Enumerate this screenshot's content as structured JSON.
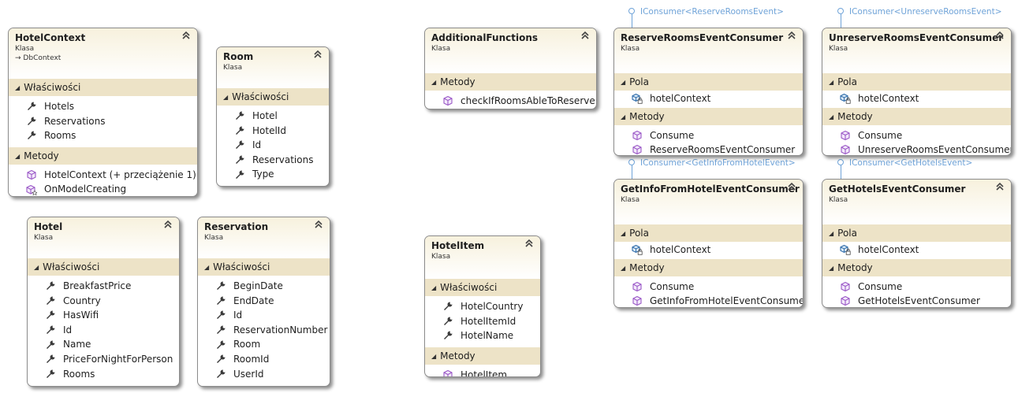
{
  "labels": {
    "klasa": "Klasa",
    "wlasciwosci": "Właściwości",
    "metody": "Metody",
    "pola": "Pola"
  },
  "classes": {
    "hotelcontext": {
      "name": "HotelContext",
      "base": "DbContext",
      "properties": [
        "Hotels",
        "Reservations",
        "Rooms"
      ],
      "methods": [
        "HotelContext (+ przeciążenie 1)",
        "OnModelCreating"
      ]
    },
    "room": {
      "name": "Room",
      "properties": [
        "Hotel",
        "HotelId",
        "Id",
        "Reservations",
        "Type"
      ]
    },
    "hotel": {
      "name": "Hotel",
      "properties": [
        "BreakfastPrice",
        "Country",
        "HasWifi",
        "Id",
        "Name",
        "PriceForNightForPerson",
        "Rooms"
      ]
    },
    "reservation": {
      "name": "Reservation",
      "properties": [
        "BeginDate",
        "EndDate",
        "Id",
        "ReservationNumber",
        "Room",
        "RoomId",
        "UserId"
      ]
    },
    "additional": {
      "name": "AdditionalFunctions",
      "methods": [
        "checkIfRoomsAbleToReserve"
      ]
    },
    "hotelitem": {
      "name": "HotelItem",
      "properties": [
        "HotelCountry",
        "HotelItemId",
        "HotelName"
      ],
      "methods": [
        "HotelItem"
      ]
    },
    "reserve": {
      "name": "ReserveRoomsEventConsumer",
      "interface": "IConsumer<ReserveRoomsEvent>",
      "fields": [
        "hotelContext"
      ],
      "methods": [
        "Consume",
        "ReserveRoomsEventConsumer"
      ]
    },
    "unreserve": {
      "name": "UnreserveRoomsEventConsumer",
      "interface": "IConsumer<UnreserveRoomsEvent>",
      "fields": [
        "hotelContext"
      ],
      "methods": [
        "Consume",
        "UnreserveRoomsEventConsumer"
      ]
    },
    "getinfo": {
      "name": "GetInfoFromHotelEventConsumer",
      "interface": "IConsumer<GetInfoFromHotelEvent>",
      "fields": [
        "hotelContext"
      ],
      "methods": [
        "Consume",
        "GetInfoFromHotelEventConsumer"
      ]
    },
    "gethotels": {
      "name": "GetHotelsEventConsumer",
      "interface": "IConsumer<GetHotelsEvent>",
      "fields": [
        "hotelContext"
      ],
      "methods": [
        "Consume",
        "GetHotelsEventConsumer"
      ]
    }
  },
  "icons": {
    "property": "wrench-icon",
    "method": "cube-icon",
    "protected_method": "cube-star-icon",
    "field": "locked-field-icon",
    "collapse": "chevron-up-double-icon",
    "inherit": "arrow-right-icon",
    "interface": "lollipop-icon"
  },
  "colors": {
    "section": "#ede3c7",
    "header_top": "#f7f1dd",
    "interface": "#6fa3d8",
    "method_icon": "#9b59c7"
  }
}
